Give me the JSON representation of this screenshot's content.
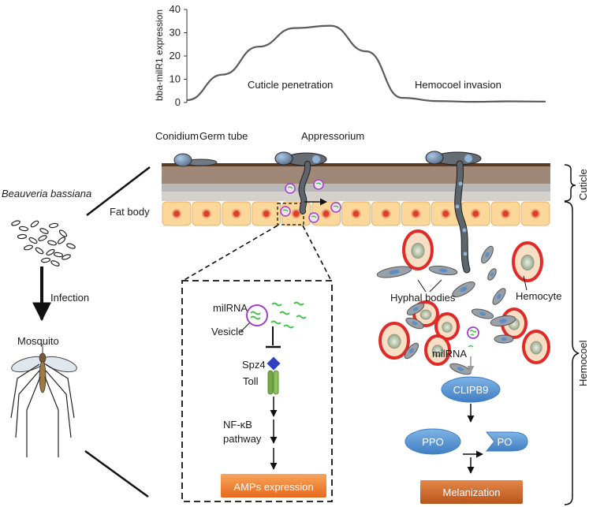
{
  "chart": {
    "ylabel": "bba-milR1 expression",
    "y_ticks": [
      "0",
      "10",
      "20",
      "30",
      "40"
    ],
    "phase_labels": {
      "penetration": "Cuticle penetration",
      "invasion": "Hemocoel invasion"
    }
  },
  "chart_data": {
    "type": "line",
    "ylabel": "bba-milR1 expression",
    "xlabel": "",
    "ylim": [
      0,
      40
    ],
    "x": [
      0,
      0.1,
      0.2,
      0.3,
      0.4,
      0.5,
      0.6,
      0.7,
      0.8,
      0.9,
      1.0
    ],
    "series": [
      {
        "values": [
          1,
          12,
          24,
          32,
          33,
          22,
          2,
          0.6,
          0.3,
          0.5,
          0.4
        ]
      }
    ],
    "annotations": [
      "Cuticle penetration",
      "Hemocoel invasion"
    ]
  },
  "left": {
    "species": "Beauveria bassiana",
    "infection": "Infection",
    "host": "Mosquito"
  },
  "tissue": {
    "conidium": "Conidium",
    "germ_tube": "Germ tube",
    "appressorium": "Appressorium",
    "fat_body": "Fat body",
    "cuticle": "Cuticle",
    "hemocoel": "Hemocoel"
  },
  "inset": {
    "milrna": "milRNA",
    "vesicle": "Vesicle",
    "spz4": "Spz4",
    "toll": "Toll",
    "nfkb": "NF-κB",
    "pathway": "pathway",
    "amps": "AMPs expression"
  },
  "hemocoel_panel": {
    "hyphal_bodies": "Hyphal bodies",
    "hemocyte": "Hemocyte",
    "milrna": "milRNA",
    "clipb9": "CLIPB9",
    "ppo": "PPO",
    "po": "PO",
    "melanization": "Melanization"
  },
  "colors": {
    "line": "#5a5a5a",
    "cuticle_top": "#8a7060",
    "cuticle_mid": "#a89888",
    "cuticle_bottom": "#c9c9c9",
    "fat_cell": "#fcd79a",
    "fat_nucleus": "#d9432a",
    "hemocyte_ring": "#e02a2a",
    "hemocyte_fill": "#f6dfc4",
    "vesicle": "#a040c8",
    "mirna": "#3cc040",
    "toll": "#72a846",
    "enzyme": "#5b9bd5",
    "output_box": "#ed7d31",
    "melan_box": "#d06a2e"
  }
}
